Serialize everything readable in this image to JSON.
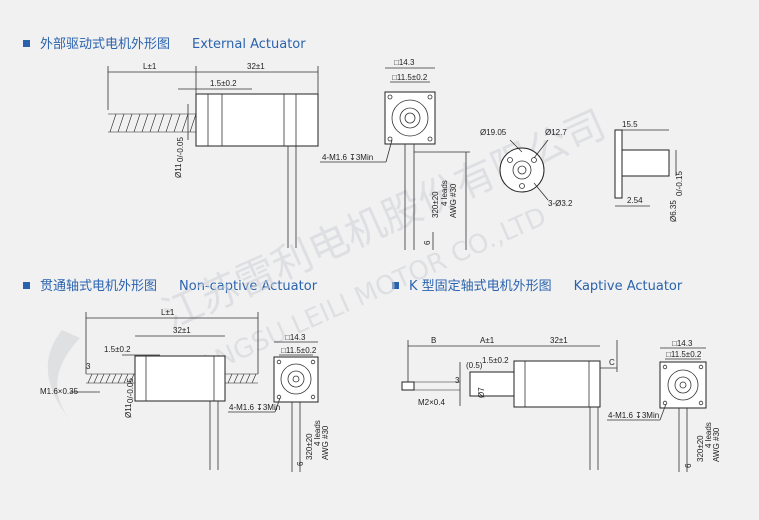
{
  "sections": [
    {
      "cn": "外部驱动式电机外形图",
      "en": "External Actuator"
    },
    {
      "cn": "贯通轴式电机外形图",
      "en": "Non-captive Actuator"
    },
    {
      "cn": "K 型固定轴式电机外形图",
      "en": "Kaptive Actuator"
    }
  ],
  "watermark": {
    "cn": "江苏雷利电机股份有限公司",
    "en": "JIANGSU LEILI MOTOR CO.,LTD"
  },
  "colors": {
    "accent": "#2a63ad",
    "line": "#222222",
    "background": "#f1f1f2"
  },
  "external": {
    "dim_l": "L±1",
    "dim_32": "32±1",
    "dim_15": "1.5±0.2",
    "dia11": "Ø11",
    "dia11_tol": "0/-0.05",
    "sq143": "□14.3",
    "sq115": "□11.5±0.2",
    "thread": "4-M1.6 ↧3Min",
    "cable": "320±20",
    "leads": "4 leads",
    "awg": "AWG #30",
    "six": "6",
    "d1905": "Ø19.05",
    "d127": "Ø12.7",
    "holes": "3-Ø3.2",
    "w155": "15.5",
    "w254": "2.54",
    "d635": "Ø6.35",
    "d635_tol": "0/-0.15"
  },
  "noncaptive": {
    "dim_l": "L±1",
    "dim_32": "32±1",
    "dim_15": "1.5±0.2",
    "three": "3",
    "m16": "M1.6×0.35",
    "dia11": "Ø11",
    "dia11_tol": "0/-0.05",
    "sq143": "□14.3",
    "sq115": "□11.5±0.2",
    "thread": "4-M1.6 ↧3Min",
    "cable": "320±20",
    "leads": "4 leads",
    "awg": "AWG #30",
    "six": "6"
  },
  "kaptive": {
    "b": "B",
    "a": "A±1",
    "dim_32": "32±1",
    "c": "C",
    "p05": "(0.5)",
    "dim_15": "1.5±0.2",
    "three": "3",
    "dia7": "Ø7",
    "m2": "M2×0.4",
    "sq143": "□14.3",
    "sq115": "□11.5±0.2",
    "thread": "4-M1.6 ↧3Min",
    "cable": "320±20",
    "leads": "4 leads",
    "awg": "AWG #30",
    "six": "6"
  }
}
